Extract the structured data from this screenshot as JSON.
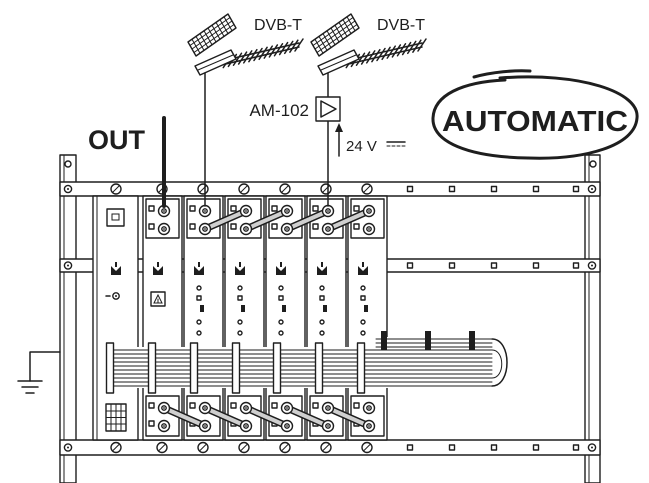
{
  "diagram": {
    "logo": {
      "text": "AUTOMATIC"
    },
    "output": {
      "label": "OUT"
    },
    "antennas": [
      {
        "label": "DVB-T",
        "icon": "antenna-icon"
      },
      {
        "label": "DVB-T",
        "icon": "antenna-icon"
      }
    ],
    "amplifier": {
      "label": "AM-102",
      "icon": "amplifier-triangle-icon"
    },
    "supply": {
      "label": "24 V",
      "icon": "dc-symbol-icon"
    },
    "ground": {
      "icon": "ground-icon"
    }
  },
  "colors": {
    "line": "#1e1e1e",
    "background": "#ffffff",
    "link": "#cfcfcf"
  }
}
